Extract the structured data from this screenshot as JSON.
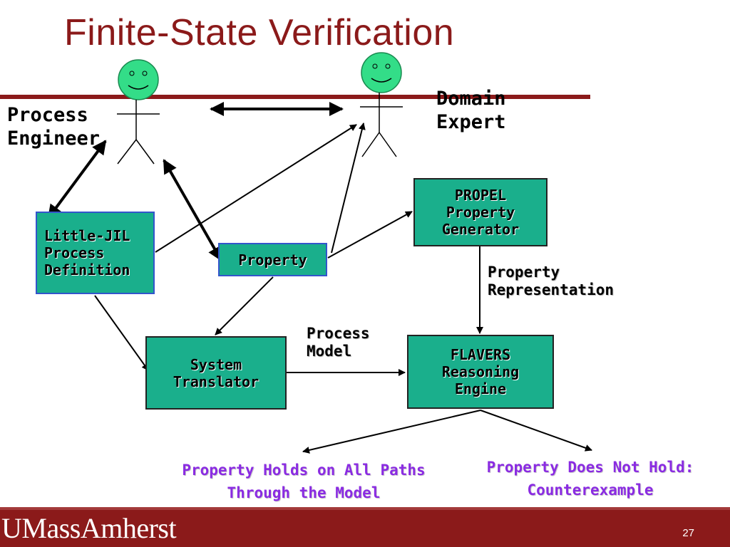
{
  "slide": {
    "title": "Finite-State Verification",
    "page_number": "27",
    "logo_text": "UMassAmherst"
  },
  "actors": {
    "process_engineer": "Process\nEngineer",
    "domain_expert": "Domain\nExpert"
  },
  "boxes": {
    "little_jil": "Little-JIL\nProcess\nDefinition",
    "property": "Property",
    "propel": "PROPEL\nProperty\nGenerator",
    "system_translator": "System\nTranslator",
    "flavers": "FLAVERS\nReasoning\nEngine"
  },
  "edge_labels": {
    "property_representation": "Property\nRepresentation",
    "process_model": "Process\n Model"
  },
  "outcomes": {
    "holds": "Property Holds on All Paths\nThrough the Model",
    "not_hold": "Property Does Not Hold:\nCounterexample"
  },
  "colors": {
    "accent": "#8b1a1a",
    "box_fill": "#1aaf8c",
    "outcome_text": "#8a2be2",
    "actor_face": "#33dd88"
  }
}
